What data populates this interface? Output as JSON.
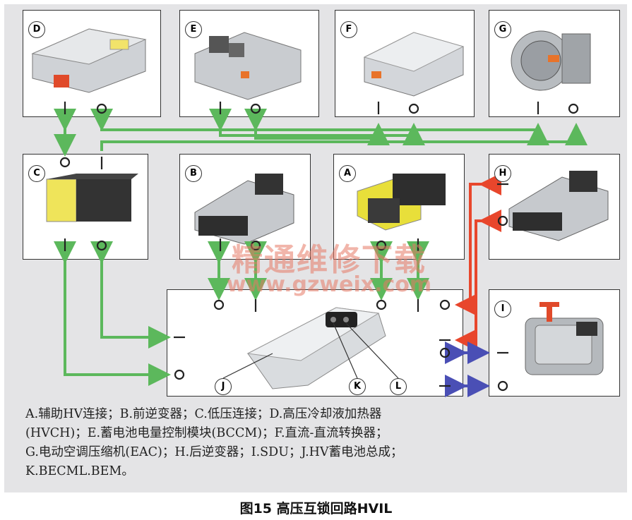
{
  "boxes": {
    "D": "D",
    "E": "E",
    "F": "F",
    "G": "G",
    "C": "C",
    "B": "B",
    "A": "A",
    "H": "H",
    "I": "I"
  },
  "pointer_labels": {
    "J": "J",
    "K": "K",
    "L": "L"
  },
  "colors": {
    "green": "#5cb85c",
    "red": "#e8462c",
    "blue": "#4a4fb5",
    "background": "#e4e4e6"
  },
  "caption": {
    "line1": "A.辅助HV连接；B.前逆变器；C.低压连接；D.高压冷却液加热器",
    "line2": "(HVCH)；E.蓄电池电量控制模块(BCCM)；F.直流-直流转换器；",
    "line3": "G.电动空调压缩机(EAC)；H.后逆变器；I.SDU；J.HV蓄电池总成；",
    "line4": "K.BECML.BEM。"
  },
  "watermark": {
    "text": "精通维修下载",
    "url": "www.gzweix.com"
  },
  "figure_title": "图15  高压互锁回路HVIL"
}
